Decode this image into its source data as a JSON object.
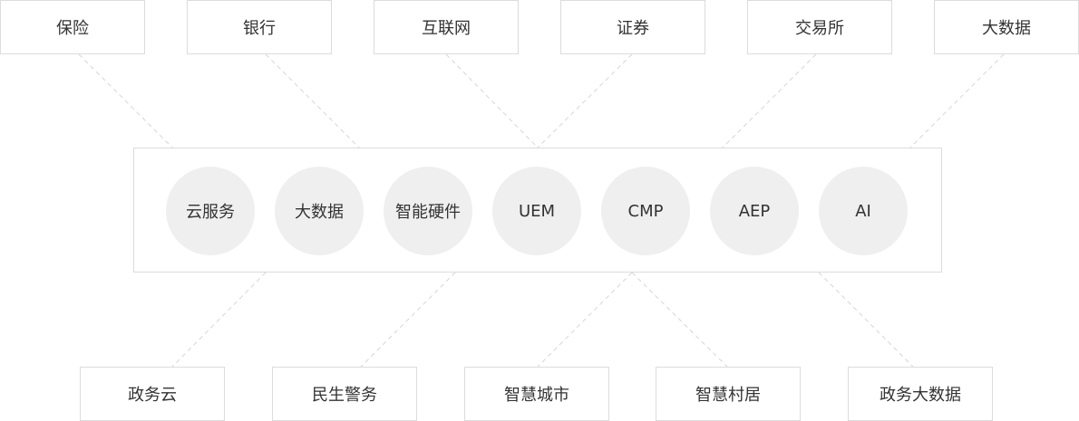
{
  "top_categories": [
    "保险",
    "银行",
    "互联网",
    "证券",
    "交易所",
    "大数据"
  ],
  "core_modules": [
    "云服务",
    "大数据",
    "智能硬件",
    "UEM",
    "CMP",
    "AEP",
    "AI"
  ],
  "bottom_categories": [
    "政务云",
    "民生警务",
    "智慧城市",
    "智慧村居",
    "政务大数据"
  ],
  "colors": {
    "border": "#dcdcdc",
    "circle_fill": "#efefef",
    "connector": "#d6d6d6",
    "text": "#333333"
  }
}
